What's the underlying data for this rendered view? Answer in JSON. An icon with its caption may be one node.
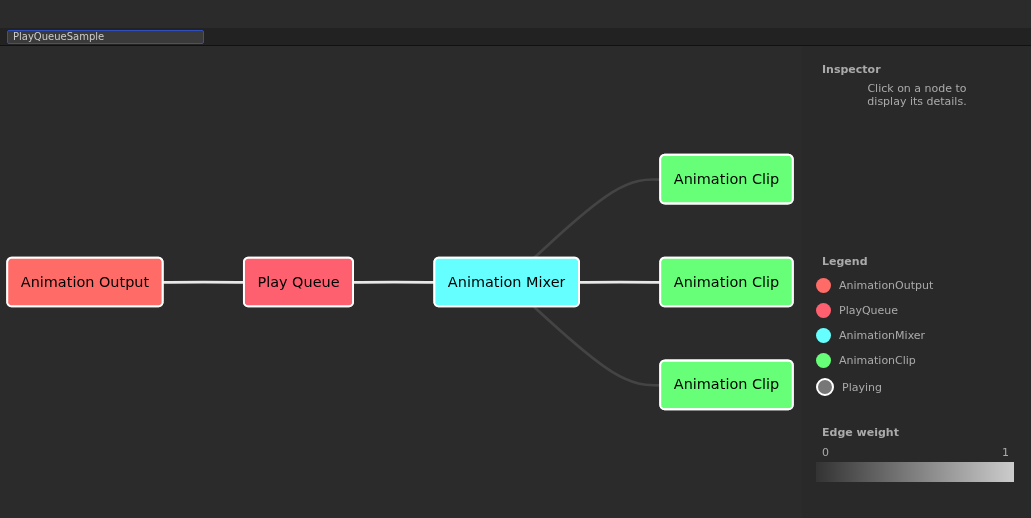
{
  "diagram": {
    "nodes": [
      {
        "text": [
          "Animation Output"
        ]
      },
      {
        "text": [
          "Play Queue"
        ]
      },
      {
        "text": [
          "Animation Mixer"
        ]
      },
      {
        "text": [
          "Animation Clip"
        ]
      },
      {
        "text": [
          "Animation Clip"
        ]
      },
      {
        "text": [
          "Animation Clip"
        ]
      }
    ],
    "edges": [
      {
        "from": 0,
        "to": 1,
        "arrow": "none"
      },
      {
        "from": 1,
        "to": 2,
        "arrow": "none"
      },
      {
        "from": 2,
        "to": 3,
        "arrow": "none",
        "color": "#444444"
      },
      {
        "from": 2,
        "to": 4,
        "arrow": "none"
      },
      {
        "from": 2,
        "to": 5,
        "arrow": "none",
        "color": "#444444"
      }
    ],
    "labels": [
      "PlayQueueSample",
      "Inspector",
      "Click on a node to display its details.",
      "Legend",
      "Edge weight",
      "0",
      "1"
    ],
    "legend": [
      {
        "text": "AnimationOutput",
        "color": "#ff6b66"
      },
      {
        "text": "PlayQueue",
        "color": "#ff6070"
      },
      {
        "text": "AnimationMixer",
        "color": "#66ffff"
      },
      {
        "text": "AnimationClip",
        "color": "#66ff77"
      },
      {
        "text": "Playing"
      }
    ]
  }
}
